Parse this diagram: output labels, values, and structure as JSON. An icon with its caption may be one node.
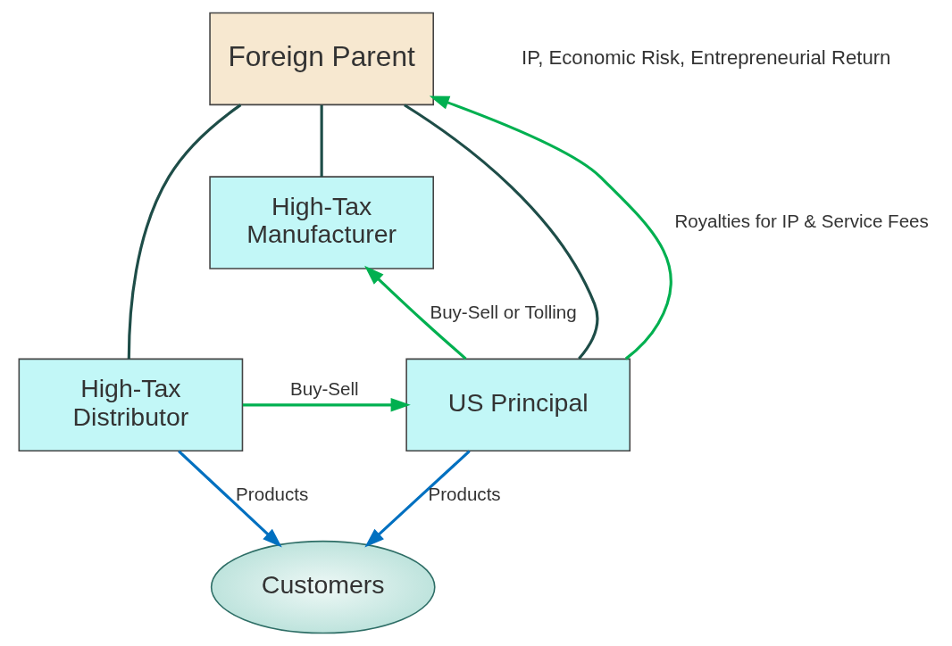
{
  "diagram": {
    "nodes": [
      {
        "text": [
          "Foreign Parent"
        ]
      },
      {
        "text": [
          "High-Tax Manufacturer"
        ]
      },
      {
        "text": [
          "High-Tax Distributor"
        ]
      },
      {
        "text": [
          "US Principal"
        ]
      },
      {
        "text": [
          "Customers"
        ]
      }
    ],
    "edges": [
      {
        "from": 0,
        "to": 1,
        "arrow": "none",
        "color": "#1e4d48"
      },
      {
        "from": 0,
        "to": 2,
        "arrow": "none",
        "color": "#1e4d48"
      },
      {
        "from": 0,
        "to": 3,
        "arrow": "none",
        "color": "#1e4d48"
      },
      {
        "from": 2,
        "to": 3,
        "arrow": "to",
        "label": "Buy-Sell",
        "color": "#00b050"
      },
      {
        "from": 3,
        "to": 1,
        "arrow": "to",
        "label": "Buy-Sell or Tolling",
        "color": "#00b050"
      },
      {
        "from": 3,
        "to": 0,
        "arrow": "to",
        "label": "Royalties for IP & Service Fees",
        "color": "#00b050"
      },
      {
        "from": 2,
        "to": 4,
        "arrow": "to",
        "label": "Products",
        "color": "#0070c0"
      },
      {
        "from": 3,
        "to": 4,
        "arrow": "to",
        "label": "Products",
        "color": "#0070c0"
      }
    ],
    "labels": [
      "IP, Economic Risk, Entrepreneurial Return"
    ]
  }
}
